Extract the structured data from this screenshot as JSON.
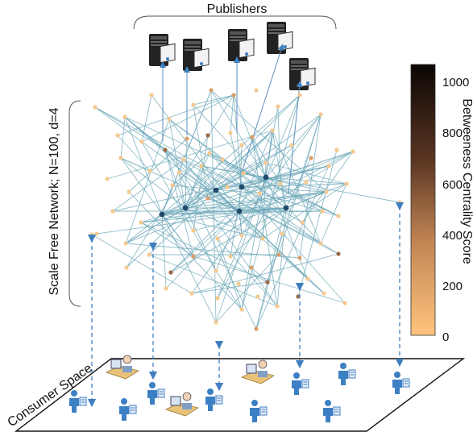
{
  "publishers_label": "Publishers",
  "network_label": "Scale Free Network; N=100, d=4",
  "consumer_label": "Consumer Space",
  "colorbar": {
    "title": "Betweeness Centrality Score",
    "ticks": [
      "1000",
      "800",
      "600",
      "400",
      "200",
      "0"
    ],
    "color_high": "#0b0604",
    "color_mid": "#b8794c",
    "color_low": "#ffc47d"
  },
  "colors": {
    "edge": "#6aa6b8",
    "hub_node": "#1f4a6b",
    "leaf_node": "#f4c98f",
    "arrow": "#3f7fbf",
    "server": "#1e1e1e",
    "person": "#3d7fc4"
  },
  "icons": {
    "server": "server-icon",
    "consumer": "person-icon",
    "workstation": "workstation-icon"
  }
}
